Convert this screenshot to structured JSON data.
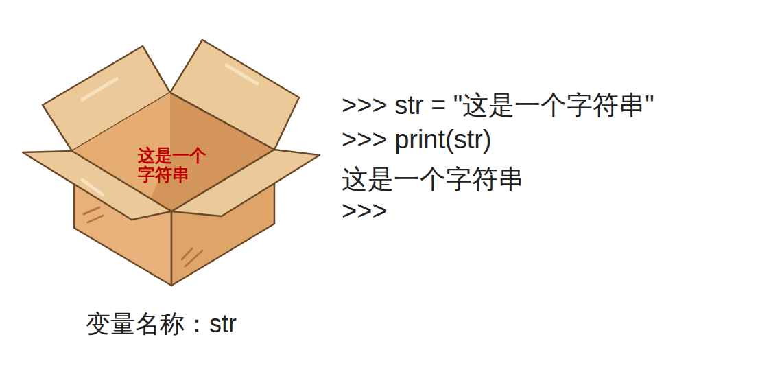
{
  "diagram": {
    "nodes": [
      {
        "text": [
          "这是一个 字符串",
          "变量名称：str"
        ]
      }
    ],
    "labels": [
      ">>> str = \"这是一个字符串\"",
      ">>> print(str)",
      "这是一个字符串",
      ">>>"
    ]
  }
}
